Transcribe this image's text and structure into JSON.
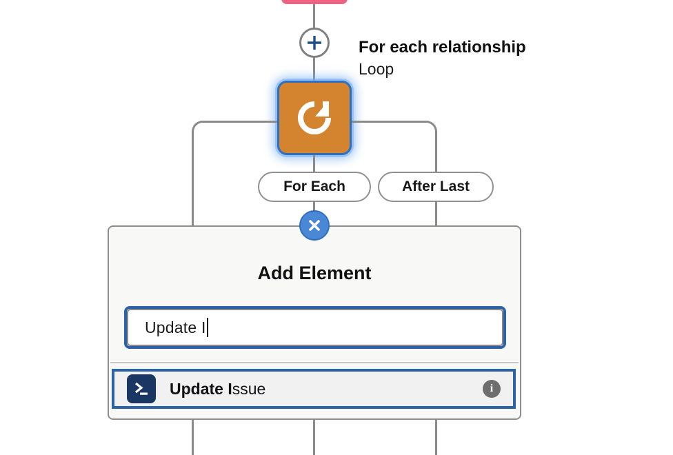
{
  "flow": {
    "node_caption": {
      "title": "For each relationship",
      "subtitle": "Loop"
    },
    "add_step_icon": "plus-icon",
    "loop_node": {
      "icon": "loop-refresh-icon",
      "color": "#d4832f",
      "selected_outline_color": "#2f6fc0"
    },
    "upstream_node_color": "#ec6384",
    "branches": [
      {
        "label": "For Each",
        "name": "pill-foreach"
      },
      {
        "label": "After Last",
        "name": "pill-afterlast"
      }
    ],
    "connector_color": "#8a8a8a"
  },
  "dialog": {
    "close_icon": "close-x-icon",
    "title": "Add Element",
    "search": {
      "value": "Update I",
      "placeholder": ""
    },
    "suggestions": [
      {
        "icon": "terminal-icon",
        "match": "Update I",
        "rest": "ssue",
        "full_label": "Update Issue",
        "info_icon": "info-icon"
      }
    ]
  },
  "colors": {
    "accent_blue": "#2c63a8",
    "button_blue": "#4a88d6",
    "loop_orange": "#d4832f",
    "pink": "#ec6384",
    "line_gray": "#8a8a8a",
    "dialog_bg": "#f8f8f6"
  }
}
